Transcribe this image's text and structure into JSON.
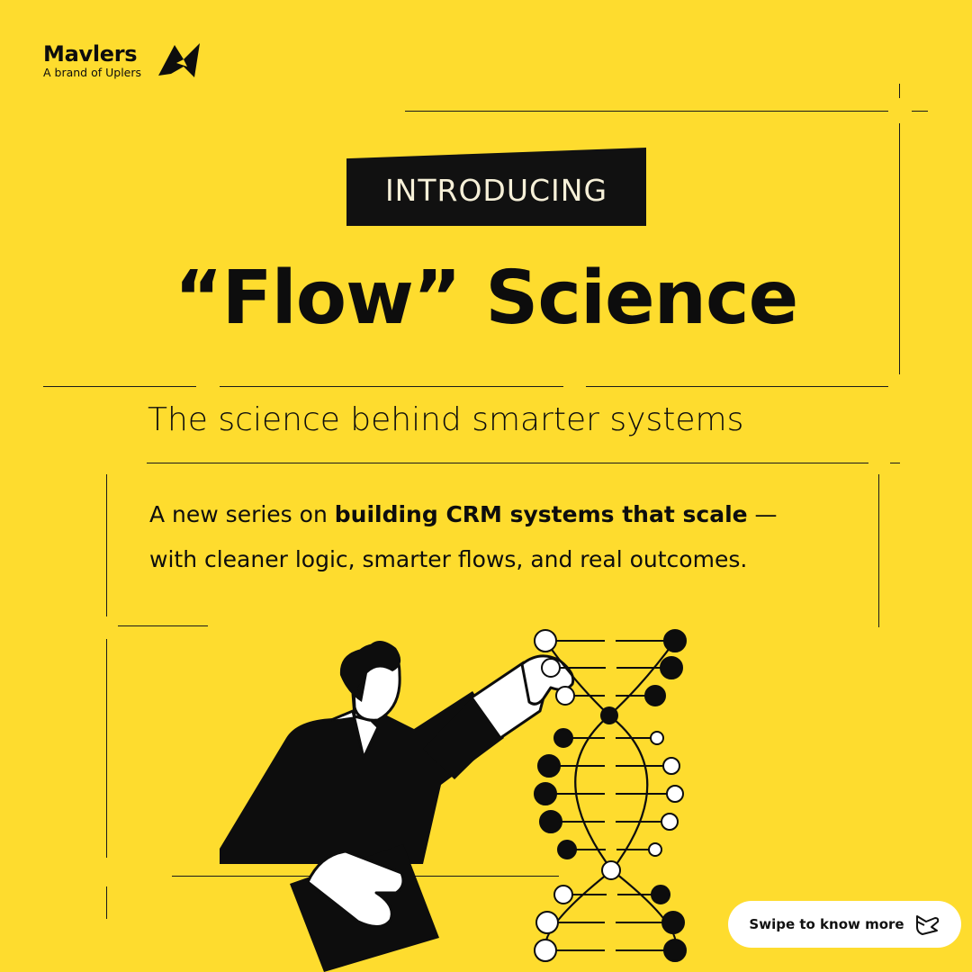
{
  "brand": {
    "name": "Mavlers",
    "tagline": "A brand of Uplers",
    "logo_icon": "mavlers-arrow-logo"
  },
  "header": {
    "badge": "INTRODUCING",
    "title": "“Flow” Science",
    "subtitle": "The science behind smarter systems"
  },
  "description": {
    "before": "A new series on ",
    "bold": "building CRM systems that scale",
    "after": " —",
    "line2": "with cleaner logic, smarter flows, and real outcomes."
  },
  "illustration": {
    "subject": "person-holding-dna-helix",
    "icon": "dna-helix-icon"
  },
  "cta": {
    "label": "Swipe to know more",
    "icon": "swipe-hand-icon"
  },
  "colors": {
    "background": "#fedc2e",
    "ink": "#0d0d0d",
    "badge_bg": "#111111",
    "cta_bg": "#ffffff"
  }
}
